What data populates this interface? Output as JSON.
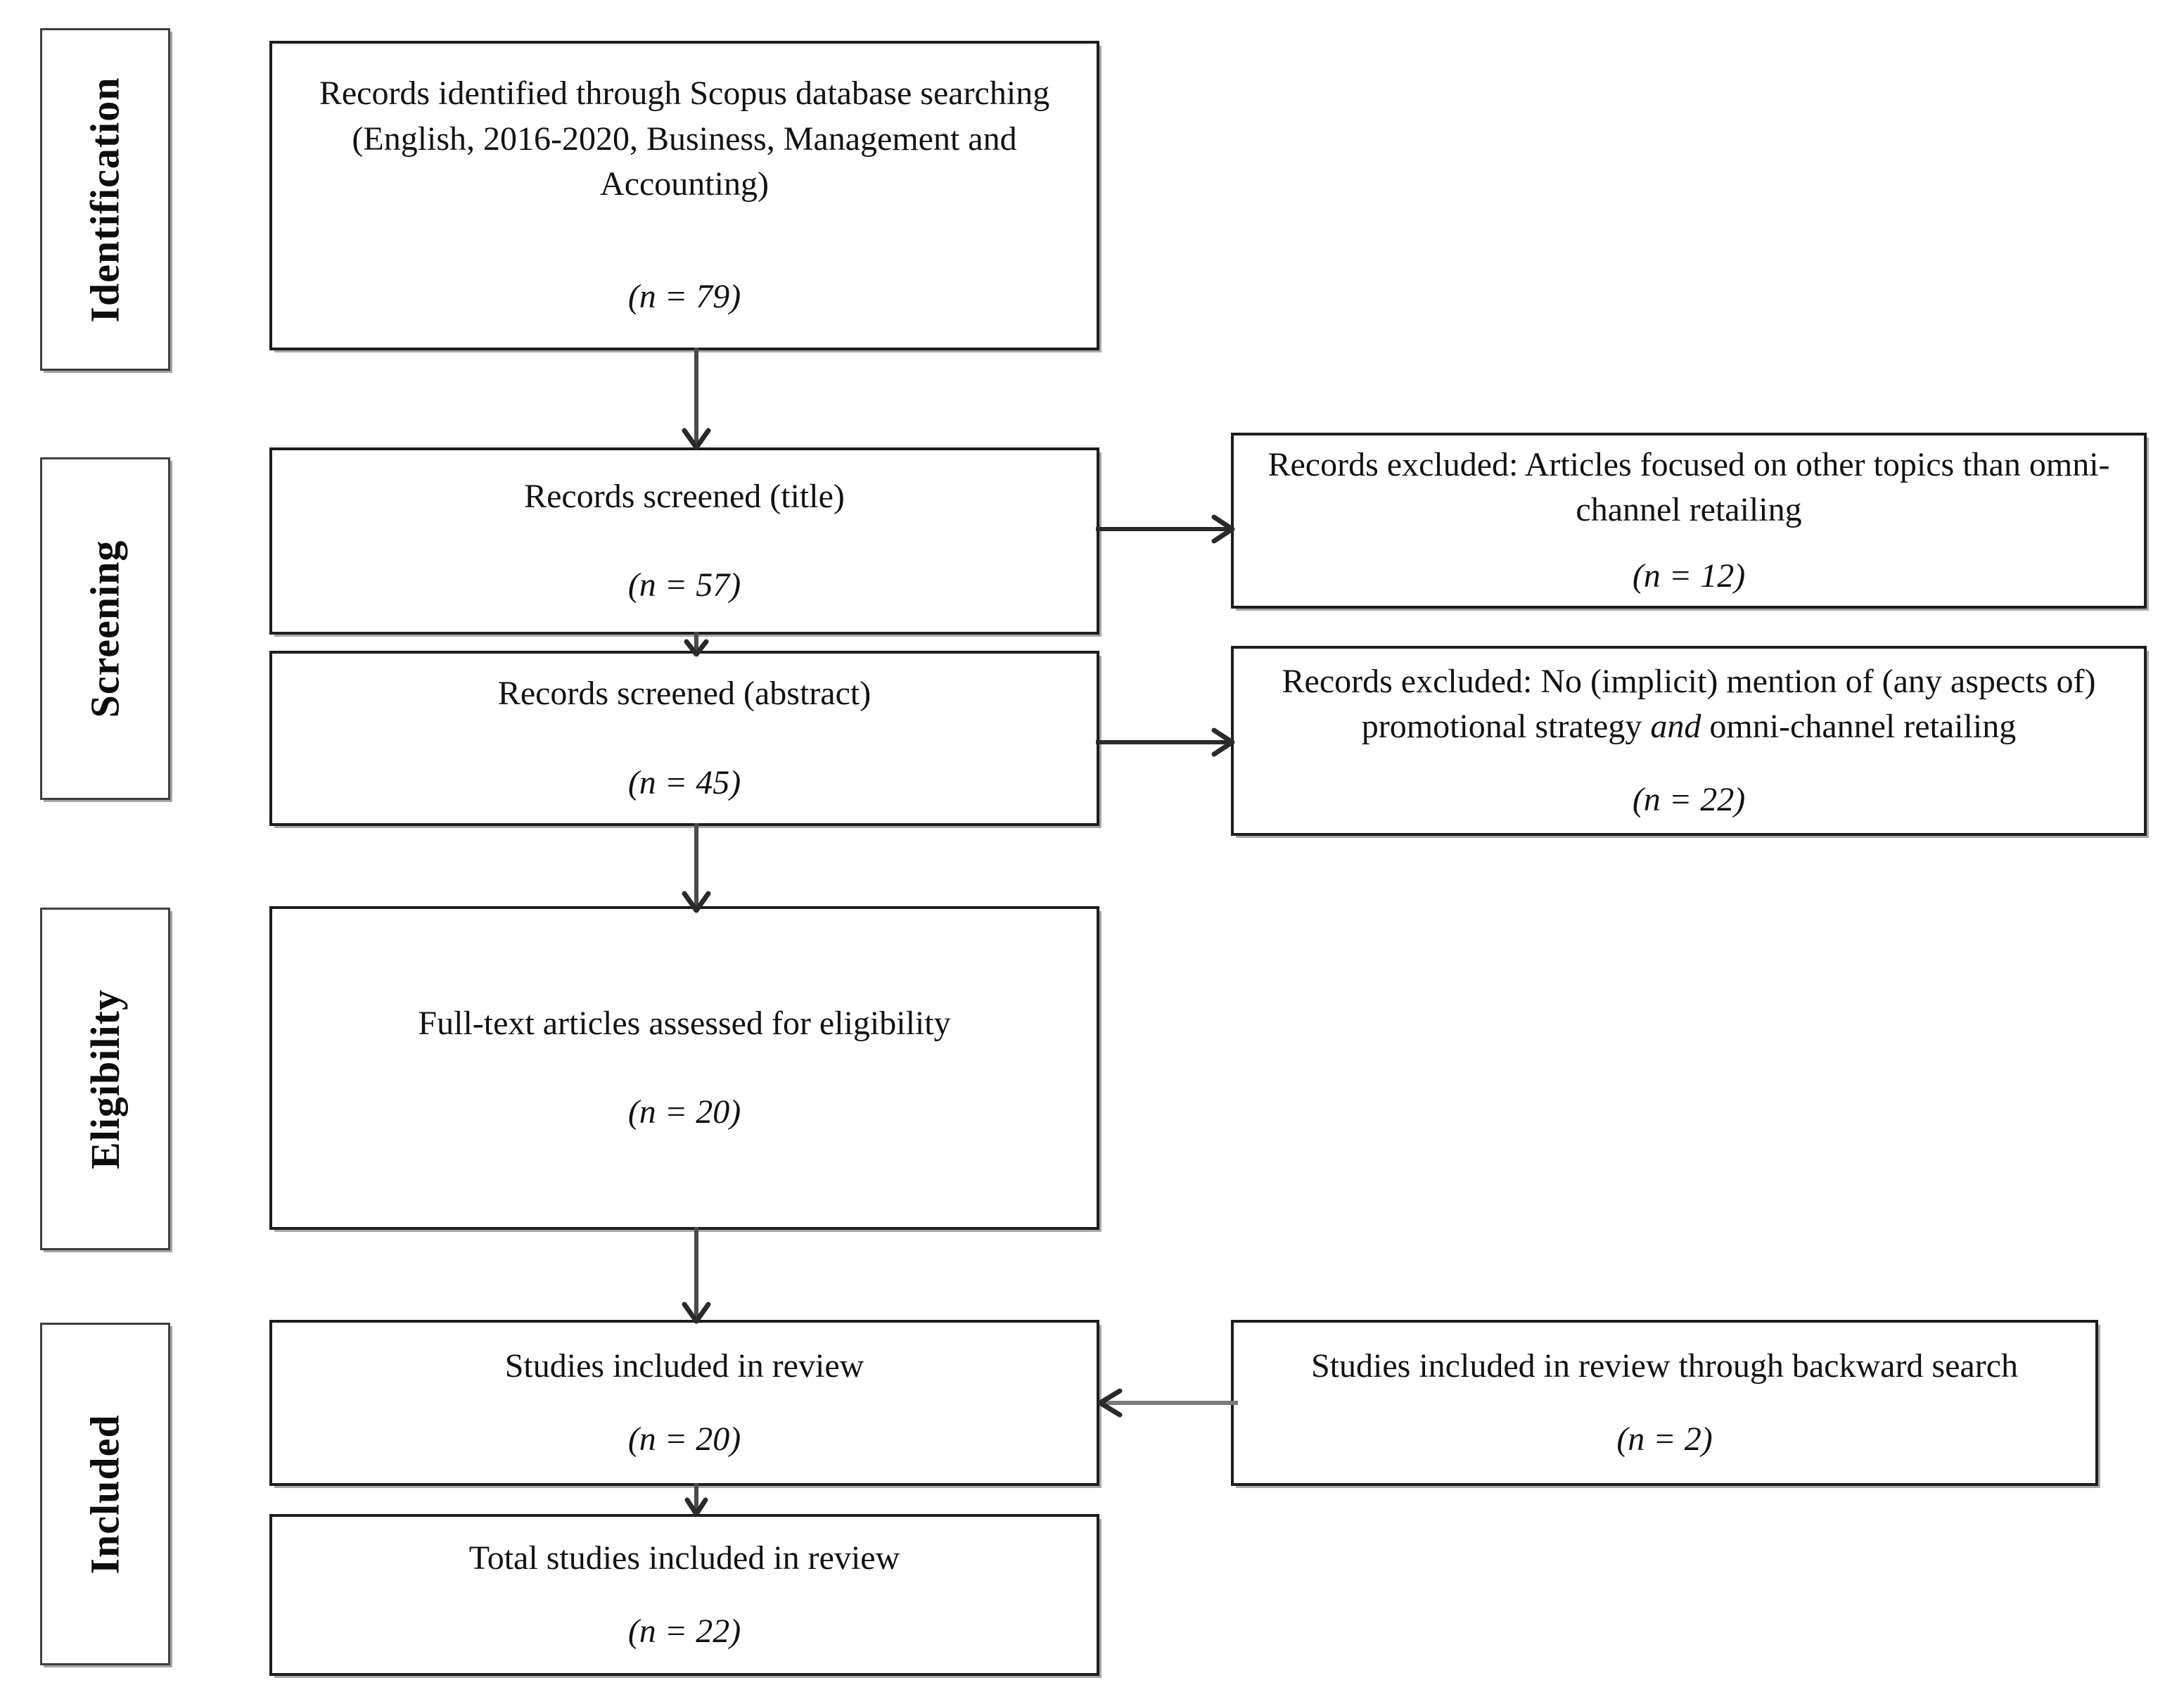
{
  "diagram": {
    "type": "prisma-flow-diagram",
    "stages": [
      {
        "id": "identification",
        "label": "Identification"
      },
      {
        "id": "screening",
        "label": "Screening"
      },
      {
        "id": "eligibility",
        "label": "Eligibility"
      },
      {
        "id": "included",
        "label": "Included"
      }
    ],
    "boxes": {
      "records_identified": {
        "text": "Records identified through Scopus database searching (English, 2016-2020, Business, Management and Accounting)",
        "count": "(n = 79)"
      },
      "records_screened_title": {
        "text": "Records screened (title)",
        "count": "(n = 57)"
      },
      "records_excluded_title": {
        "text": "Records excluded: Articles focused on other topics than omni-channel retailing",
        "count": "(n = 12)"
      },
      "records_screened_abstract": {
        "text": "Records screened (abstract)",
        "count": "(n = 45)"
      },
      "records_excluded_abstract": {
        "text_part1": "Records excluded: No (implicit) mention of (any aspects of) promotional strategy ",
        "text_emphasis": "and",
        "text_part2": " omni-channel retailing",
        "count": "(n = 22)"
      },
      "full_text_assessed": {
        "text": "Full-text articles assessed for eligibility",
        "count": "(n = 20)"
      },
      "studies_included": {
        "text": "Studies included in review",
        "count": "(n = 20)"
      },
      "backward_search": {
        "text": "Studies included in review through backward search",
        "count": "(n = 2)"
      },
      "total_included": {
        "text": "Total studies included in review",
        "count": "(n = 22)"
      }
    },
    "colors": {
      "box_border": "#1d1d1d",
      "stage_border": "#3f3f3f",
      "connector": "#4a4a4a",
      "text": "#121212",
      "background": "#ffffff"
    }
  }
}
